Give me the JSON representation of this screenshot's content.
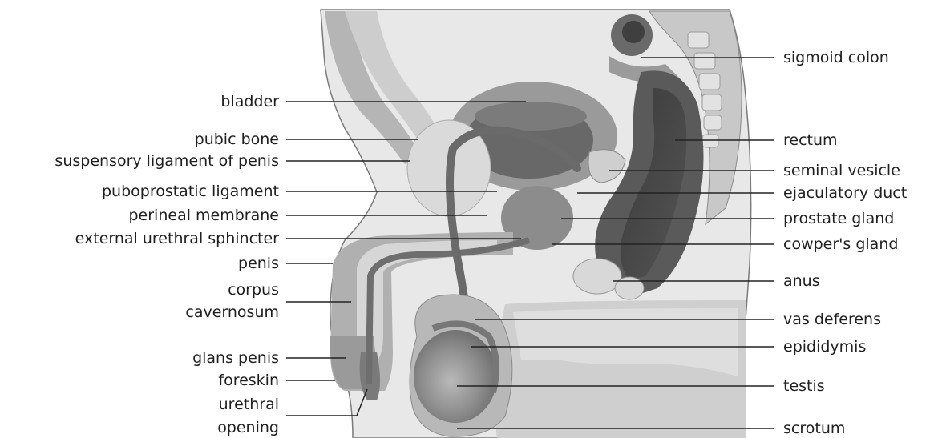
{
  "diagram": {
    "labels_left": {
      "bladder": "bladder",
      "pubic_bone": "pubic bone",
      "suspensory_ligament": "suspensory ligament of penis",
      "puboprostatic_ligament": "puboprostatic ligament",
      "perineal_membrane": "perineal membrane",
      "external_urethral_sphincter": "external urethral sphincter",
      "penis": "penis",
      "corpus": "corpus",
      "cavernosum": "cavernosum",
      "glans_penis": "glans penis",
      "foreskin": "foreskin",
      "urethral": "urethral",
      "opening": "opening"
    },
    "labels_right": {
      "sigmoid_colon": "sigmoid colon",
      "rectum": "rectum",
      "seminal_vesicle": "seminal vesicle",
      "ejaculatory_duct": "ejaculatory duct",
      "prostate_gland": "prostate gland",
      "cowpers_gland": "cowper's gland",
      "anus": "anus",
      "vas_deferens": "vas deferens",
      "epididymis": "epididymis",
      "testis": "testis",
      "scrotum": "scrotum"
    }
  }
}
